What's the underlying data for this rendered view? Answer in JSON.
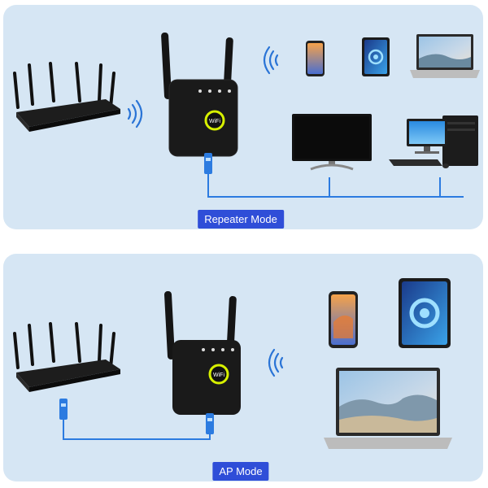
{
  "panels": [
    {
      "mode_label": "Repeater Mode"
    },
    {
      "mode_label": "AP Mode"
    }
  ],
  "extender_logo_text": "WiFi",
  "colors": {
    "panel_bg": "#d6e6f4",
    "label_bg": "#2f4ed8",
    "cable": "#2c7be0",
    "wifi_wave": "#2a74d6",
    "logo_ring": "#d7f000"
  },
  "icons": [
    "router-icon",
    "extender-icon",
    "wifi-waves-icon",
    "smartphone-icon",
    "tablet-icon",
    "laptop-icon",
    "monitor-icon",
    "desktop-pc-icon",
    "ethernet-plug-icon"
  ]
}
